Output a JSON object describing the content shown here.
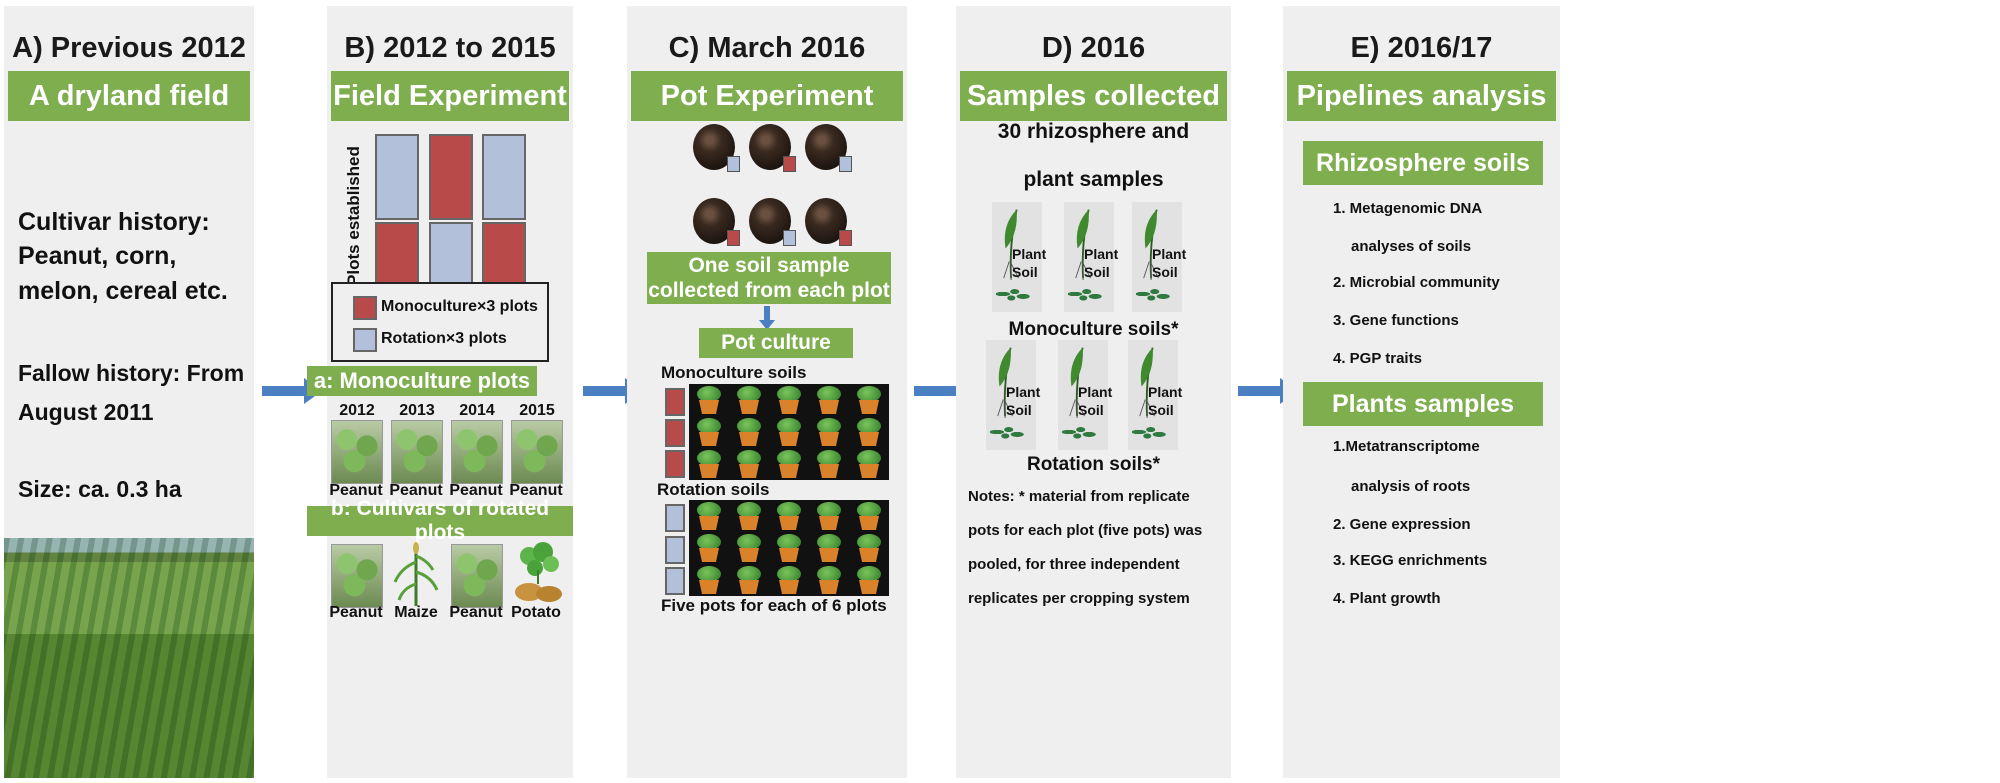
{
  "colors": {
    "panel": "#efefef",
    "green_bar": "#7fae4f",
    "arrow": "#4a7fc1",
    "monoculture": "#b84a4a",
    "rotation": "#b3c0d9"
  },
  "panelA": {
    "title": "A) Previous 2012",
    "bar": "A dryland field",
    "cultivar_label": "Cultivar history:",
    "cultivar_1": "Peanut, corn,",
    "cultivar_2": "melon, cereal etc.",
    "fallow_1": "Fallow history: From",
    "fallow_2": "August 2011",
    "size": "Size: ca. 0.3 ha"
  },
  "panelB": {
    "title": "B) 2012 to 2015",
    "bar": "Field Experiment",
    "vertical_label": "Plots established",
    "legend_mono": "Monoculture×3 plots",
    "legend_rot": "Rotation×3 plots",
    "sub_a": "a: Monoculture plots",
    "years": [
      "2012",
      "2013",
      "2014",
      "2015"
    ],
    "mono_crops": [
      "Peanut",
      "Peanut",
      "Peanut",
      "Peanut"
    ],
    "sub_b": "b: Cultivars of rotated plots",
    "rot_crops": [
      "Peanut",
      "Maize",
      "Peanut",
      "Potato"
    ]
  },
  "panelC": {
    "title": "C) March 2016",
    "bar": "Pot Experiment",
    "soil_sample_1": "One soil sample",
    "soil_sample_2": "collected from each plot",
    "pot_culture": "Pot culture",
    "mono_soils": "Monoculture soils",
    "rot_soils": "Rotation soils",
    "footer": "Five pots for each of 6 plots"
  },
  "panelD": {
    "title": "D)  2016",
    "bar": "Samples collected",
    "line1": "30 rhizosphere and",
    "line2": "plant samples",
    "plant": "Plant",
    "soil": "Soil",
    "mono_soils": "Monoculture soils*",
    "rot_soils": "Rotation soils*",
    "notes": [
      "Notes: * material from replicate",
      "pots for each plot (five pots) was",
      "pooled, for three  independent",
      "replicates per cropping system"
    ]
  },
  "panelE": {
    "title": "E) 2016/17",
    "bar": "Pipelines analysis",
    "sub1": "Rhizosphere soils",
    "items1": [
      "1. Metagenomic DNA",
      "analyses of soils",
      "2. Microbial community",
      "3. Gene functions",
      "4. PGP traits"
    ],
    "sub2": "Plants samples",
    "items2": [
      "1.Metatranscriptome",
      "analysis of roots",
      "2. Gene expression",
      "3. KEGG enrichments",
      "4. Plant  growth"
    ]
  }
}
